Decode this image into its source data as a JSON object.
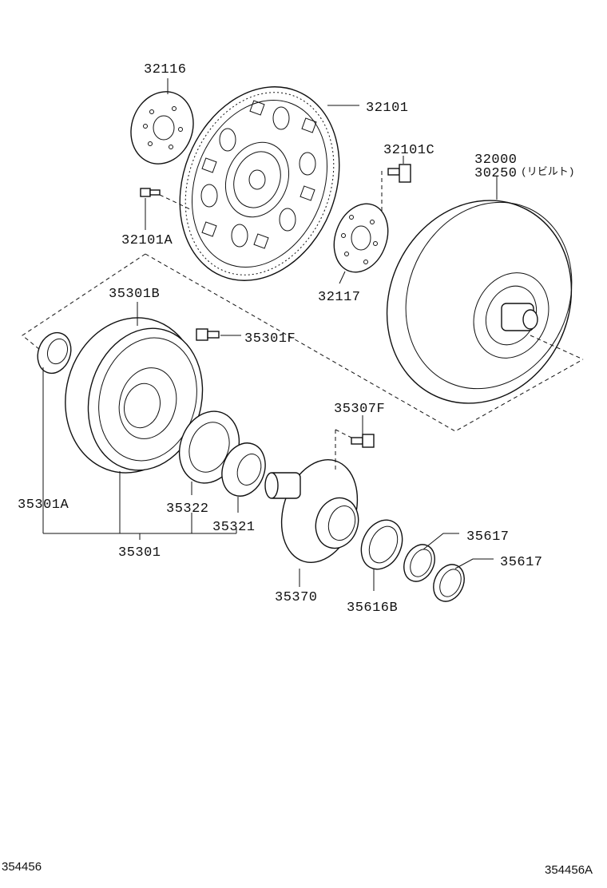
{
  "diagram": {
    "parts": {
      "p32116": "32116",
      "p32101": "32101",
      "p32101C": "32101C",
      "p32000": "32000",
      "p30250": "30250",
      "p30250_note": "(リビルト)",
      "p32101A": "32101A",
      "p32117": "32117",
      "p35301B": "35301B",
      "p35301F": "35301F",
      "p35307F": "35307F",
      "p35301A": "35301A",
      "p35322": "35322",
      "p35321": "35321",
      "p35301": "35301",
      "p35617a": "35617",
      "p35617b": "35617",
      "p35370": "35370",
      "p35616B": "35616B"
    },
    "footer": {
      "left_code": "354456",
      "right_code": "354456A"
    }
  }
}
